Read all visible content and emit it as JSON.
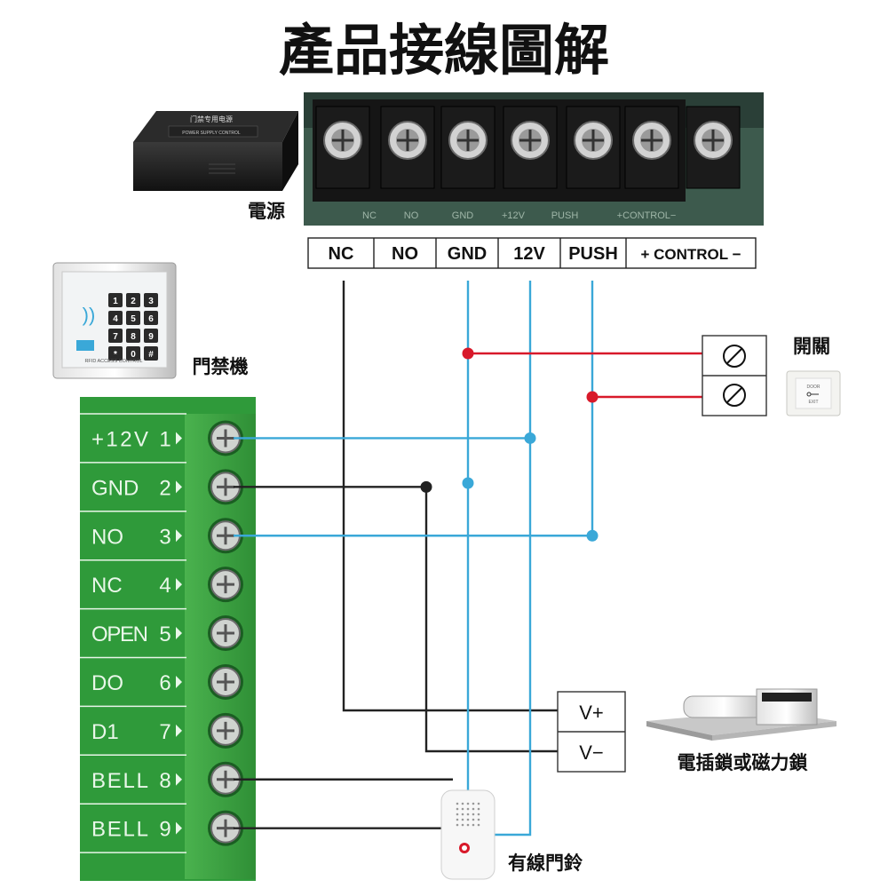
{
  "title": "產品接線圖解",
  "components": {
    "power_supply": {
      "label": "電源",
      "device_text_1": "门禁专用电源",
      "device_text_2": "POWER SUPPLY CONTROL"
    },
    "keypad": {
      "label": "門禁機",
      "keys": [
        "1",
        "2",
        "3",
        "4",
        "5",
        "6",
        "7",
        "8",
        "9",
        "*",
        "0",
        "#"
      ],
      "footer_text": "RFID ACCESS CONTROL"
    },
    "exit_switch": {
      "label": "開關",
      "device_text_1": "DOOR",
      "device_text_2": "EXIT"
    },
    "lock": {
      "label": "電插鎖或磁力鎖"
    },
    "doorbell": {
      "label": "有線門鈴"
    }
  },
  "power_terminals": {
    "board_labels": [
      "NC",
      "NO",
      "GND",
      "+12V",
      "PUSH",
      "+CONTROL−"
    ],
    "labels": [
      "NC",
      "NO",
      "GND",
      "12V",
      "PUSH",
      "+  CONTROL  −"
    ]
  },
  "controller_terminals": [
    {
      "name": "+12V",
      "num": "1"
    },
    {
      "name": "GND",
      "num": "2"
    },
    {
      "name": "NO",
      "num": "3"
    },
    {
      "name": "NC",
      "num": "4"
    },
    {
      "name": "OPEN",
      "num": "5"
    },
    {
      "name": "DO",
      "num": "6"
    },
    {
      "name": "D1",
      "num": "7"
    },
    {
      "name": "BELL",
      "num": "8"
    },
    {
      "name": "BELL",
      "num": "9"
    }
  ],
  "lock_terminals": [
    "V+",
    "V−"
  ],
  "wire_colors": {
    "blue": "#3aa8d8",
    "black": "#222222",
    "red": "#d8192a"
  }
}
